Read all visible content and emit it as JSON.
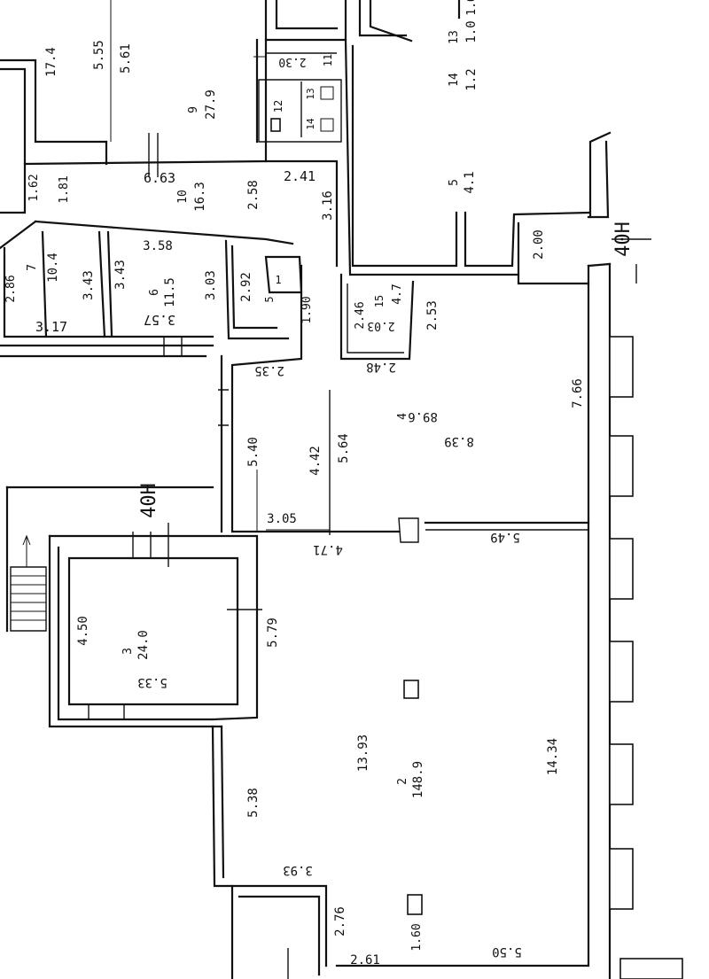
{
  "plan_labels": {
    "axis_top": "40Н",
    "axis_left": "40Н",
    "rooms": {
      "r2": {
        "num": "2",
        "area": "148.9"
      },
      "r3": {
        "num": "3",
        "area": "24.0"
      },
      "r4": {
        "num": "4",
        "area": "89.6"
      },
      "r5": {
        "num": "5",
        "area": "4.1"
      },
      "r6": {
        "num": "6",
        "area": "11.5"
      },
      "r7": {
        "num": "7",
        "area": "10.4"
      },
      "r9": {
        "num": "9",
        "area": "27.9"
      },
      "r10": {
        "num": "10",
        "area": "16.3"
      },
      "r11": {
        "num": "11",
        "area": "2.30"
      },
      "r12": {
        "num": "12"
      },
      "r13a": {
        "num": "13"
      },
      "r13b": {
        "num": "13",
        "area": "1.0"
      },
      "r14a": {
        "num": "14",
        "area": "1.2"
      },
      "r14b": {
        "num": "14"
      },
      "r15": {
        "num": "15",
        "area": "4.7"
      },
      "r17": {
        "area": "17.4"
      },
      "r5s": {
        "num": "5"
      }
    },
    "dimensions": {
      "d_555": "5.55",
      "d_561": "5.61",
      "d_663": "6.63",
      "d_241": "2.41",
      "d_162": "1.62",
      "d_181": "1.81",
      "d_258": "2.58",
      "d_316": "3.16",
      "d_358": "3.58",
      "d_286": "2.86",
      "d_343a": "3.43",
      "d_343b": "3.43",
      "d_303": "3.03",
      "d_292": "2.92",
      "d_317": "3.17",
      "d_357": "3.57",
      "d_190": "1.90",
      "d_246": "2.46",
      "d_203": "2.03",
      "d_253": "2.53",
      "d_248": "2.48",
      "d_200": "2.00",
      "d_235": "2.35",
      "d_540": "5.40",
      "d_442": "4.42",
      "d_564": "5.64",
      "d_839": "8.39",
      "d_766": "7.66",
      "d_305": "3.05",
      "d_471": "4.71",
      "d_549": "5.49",
      "d_450": "4.50",
      "d_533": "5.33",
      "d_579": "5.79",
      "d_1393": "13.93",
      "d_1434": "14.34",
      "d_538": "5.38",
      "d_393": "3.93",
      "d_276": "2.76",
      "d_160": "1.60",
      "d_261": "2.61",
      "d_550": "5.50",
      "d_10": "1.0",
      "d_1": "1"
    }
  }
}
